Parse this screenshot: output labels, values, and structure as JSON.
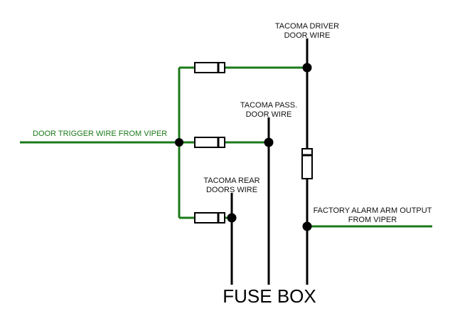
{
  "labels": {
    "driver_l1": "TACOMA DRIVER",
    "driver_l2": "DOOR WIRE",
    "pass_l1": "TACOMA PASS.",
    "pass_l2": "DOOR WIRE",
    "rear_l1": "TACOMA REAR",
    "rear_l2": "DOORS WIRE",
    "trigger": "DOOR TRIGGER WIRE FROM VIPER",
    "factory_l1": "FACTORY ALARM ARM OUTPUT",
    "factory_l2": "FROM VIPER",
    "fusebox": "FUSE BOX"
  },
  "colors": {
    "green_wire": "#1a7a1a",
    "black_wire": "#000000",
    "background": "#ffffff"
  }
}
